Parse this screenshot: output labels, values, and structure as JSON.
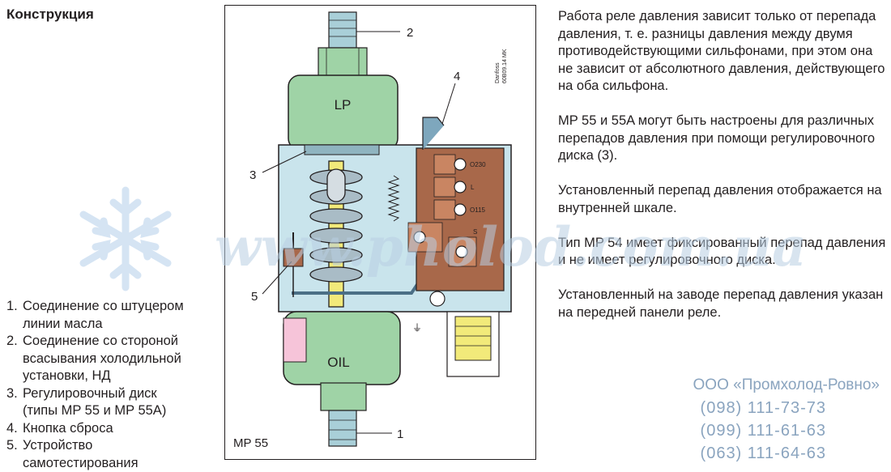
{
  "section_title": "Конструкция",
  "legend": [
    {
      "num": "1.",
      "lines": [
        "Соединение со штуцером",
        "линии масла"
      ]
    },
    {
      "num": "2.",
      "lines": [
        "Соединение со стороной",
        "всасывания холодильной",
        "установки, НД"
      ]
    },
    {
      "num": "3.",
      "lines": [
        "Регулировочный диск",
        "(типы MP 55 и MP 55A)"
      ]
    },
    {
      "num": "4.",
      "lines": [
        "Кнопка сброса"
      ]
    },
    {
      "num": "5.",
      "lines": [
        "Устройство",
        "самотестирования"
      ]
    }
  ],
  "figure": {
    "model_label": "MP 55",
    "lp_label": "LP",
    "oil_label": "OIL",
    "callouts": [
      "1",
      "2",
      "3",
      "4",
      "5"
    ],
    "terminals": [
      "O230",
      "L",
      "O115",
      "S"
    ],
    "vertical_note_1": "Danfoss",
    "vertical_note_2": "60B09.14 MK"
  },
  "description": [
    "Работа реле давления зависит только от перепада давления, т. е. разницы давления между двумя противодействующими сильфонами, при этом она не зависит от абсолютного давления, действующего на оба сильфона.",
    "MP 55 и 55A могут быть настроены для различных перепадов давления при помощи регулировочного диска (3).",
    "Установленный перепад давления отображается на внутренней шкале.",
    "Тип MP 54 имеет фиксированный перепад давления и не имеет регулировочного диска.",
    "Установленный на заводе перепад давления указан на передней панели реле."
  ],
  "contacts": {
    "company": "ООО «Промхолод-Ровно»",
    "phones": [
      "(098) 111-73-73",
      "(099) 111-61-63",
      "(063) 111-64-63"
    ]
  },
  "watermark_text": "www.pholod.com.ua",
  "colors": {
    "housing_blue": "#c9e4ec",
    "bellows_green": "#9fd3a6",
    "terminal_brown": "#a8684a",
    "contacts_text": "#8aa4bf"
  }
}
